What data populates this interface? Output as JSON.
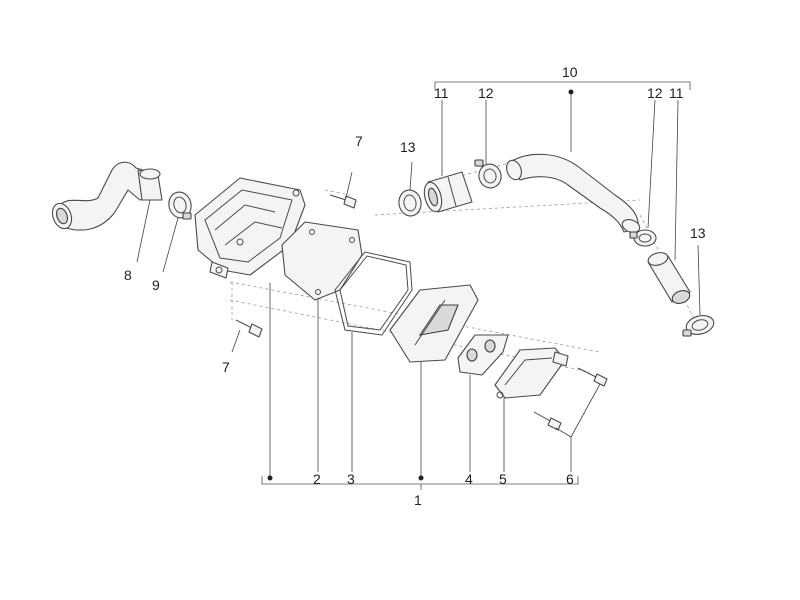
{
  "callouts": {
    "c1": "1",
    "c2": "2",
    "c3": "3",
    "c4": "4",
    "c5": "5",
    "c6": "6",
    "c7a": "7",
    "c7b": "7",
    "c8": "8",
    "c9": "9",
    "c10": "10",
    "c11a": "11",
    "c11b": "11",
    "c12a": "12",
    "c12b": "12",
    "c13a": "13",
    "c13b": "13"
  },
  "colors": {
    "line": "#4a4a4a",
    "text": "#1e1e1e",
    "background": "#ffffff"
  }
}
